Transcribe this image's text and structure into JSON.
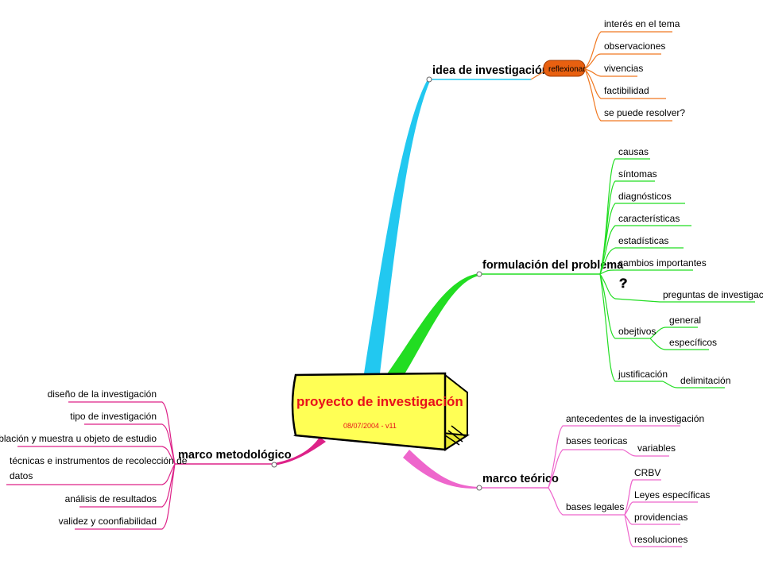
{
  "central": {
    "title": "proyecto de investigación",
    "subtitle": "08/07/2004 - v11"
  },
  "branches": {
    "idea": {
      "label": "idea de investigación",
      "tag": "reflexionar",
      "items": [
        "interés en el tema",
        "observaciones",
        "vivencias",
        "factibilidad",
        "se puede resolver?"
      ]
    },
    "formulacion": {
      "label": "formulación del problema",
      "items": [
        "causas",
        "síntomas",
        "diagnósticos",
        "características",
        "estadísticas",
        "cambios importantes"
      ],
      "question_icon": "question-mark-icon",
      "preguntas": "preguntas de investigación",
      "objetivos": "obejtivos",
      "objetivos_items": [
        "general",
        "específicos"
      ],
      "justificacion": "justificación",
      "delimitacion": "delimitación"
    },
    "teorico": {
      "label": "marco teórico",
      "antecedentes": "antecedentes de la investigación",
      "bases_teoricas": "bases teoricas",
      "variables": "variables",
      "bases_legales": "bases legales",
      "legales_items": [
        "CRBV",
        "Leyes específicas",
        "providencias",
        "resoluciones"
      ]
    },
    "metodologico": {
      "label": "marco metodológico",
      "items": [
        "diseño de la investigación",
        "tipo de investigación",
        "población y muestra u objeto de estudio",
        "técnicas e instrumentos de recolección de",
        "datos",
        "análisis de resultados",
        "validez y coonfiabilidad"
      ]
    }
  },
  "colors": {
    "idea": "#22c8f0",
    "formulacion": "#22dd22",
    "teorico": "#ee66cc",
    "metodologico": "#dd2288",
    "idea_sub": "#f07820",
    "tag_fill": "#e86010",
    "central_fill": "#ffff55"
  }
}
